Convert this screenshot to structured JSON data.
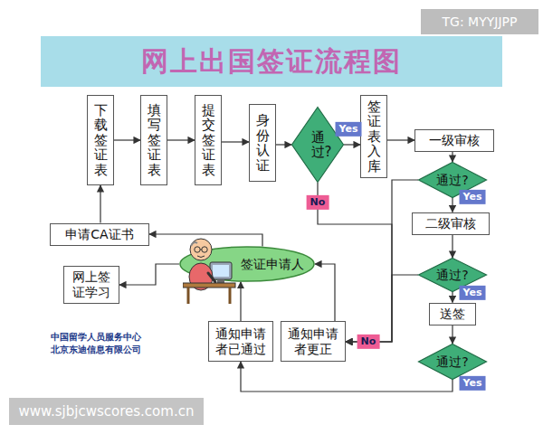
{
  "diagram": {
    "title": "网上出国签证流程图",
    "nodes": [
      {
        "text": [
          "下载签证表"
        ]
      },
      {
        "text": [
          "填写签证表"
        ]
      },
      {
        "text": [
          "提交签证表"
        ]
      },
      {
        "text": [
          "身份认证"
        ]
      },
      {
        "text": [
          "通过?"
        ]
      },
      {
        "text": [
          "签证表入库"
        ]
      },
      {
        "text": [
          "一级审核"
        ]
      },
      {
        "text": [
          "通过?"
        ]
      },
      {
        "text": [
          "二级审核"
        ]
      },
      {
        "text": [
          "通过?"
        ]
      },
      {
        "text": [
          "送签"
        ]
      },
      {
        "text": [
          "通过?"
        ]
      },
      {
        "text": [
          "申请CA证书"
        ]
      },
      {
        "text": [
          "签证申请人"
        ]
      },
      {
        "text": [
          "网上签证学习"
        ]
      },
      {
        "text": [
          "通知申请者已通过"
        ]
      },
      {
        "text": [
          "通知申请者更正"
        ]
      }
    ],
    "edges": [
      {
        "from": 0,
        "to": 1,
        "arrow": "to"
      },
      {
        "from": 1,
        "to": 2,
        "arrow": "to"
      },
      {
        "from": 2,
        "to": 3,
        "arrow": "to"
      },
      {
        "from": 3,
        "to": 4,
        "arrow": "to"
      },
      {
        "from": 4,
        "to": 5,
        "label": "Yes",
        "arrow": "to"
      },
      {
        "from": 5,
        "to": 6,
        "arrow": "to"
      },
      {
        "from": 6,
        "to": 7,
        "arrow": "to"
      },
      {
        "from": 7,
        "to": 8,
        "label": "Yes",
        "arrow": "to"
      },
      {
        "from": 8,
        "to": 9,
        "arrow": "to"
      },
      {
        "from": 9,
        "to": 10,
        "label": "Yes",
        "arrow": "to"
      },
      {
        "from": 10,
        "to": 11,
        "arrow": "to"
      },
      {
        "from": 11,
        "to": 15,
        "label": "Yes",
        "arrow": "to"
      },
      {
        "from": 4,
        "to": 16,
        "label": "No",
        "arrow": "to"
      },
      {
        "from": 7,
        "to": 16,
        "arrow": "to"
      },
      {
        "from": 9,
        "to": 16,
        "label": "No",
        "arrow": "to"
      },
      {
        "from": 16,
        "to": 13,
        "arrow": "to"
      },
      {
        "from": 15,
        "to": 13,
        "arrow": "to"
      },
      {
        "from": 13,
        "to": 14,
        "arrow": "to"
      },
      {
        "from": 13,
        "to": 12,
        "arrow": "to"
      },
      {
        "from": 12,
        "to": 0,
        "arrow": "to"
      }
    ],
    "labels": [
      "TG: MYYJJPP",
      "中国留学人员服务中心",
      "北京东迪信息有限公司",
      "www.sjbjcwscores.com.cn"
    ]
  }
}
